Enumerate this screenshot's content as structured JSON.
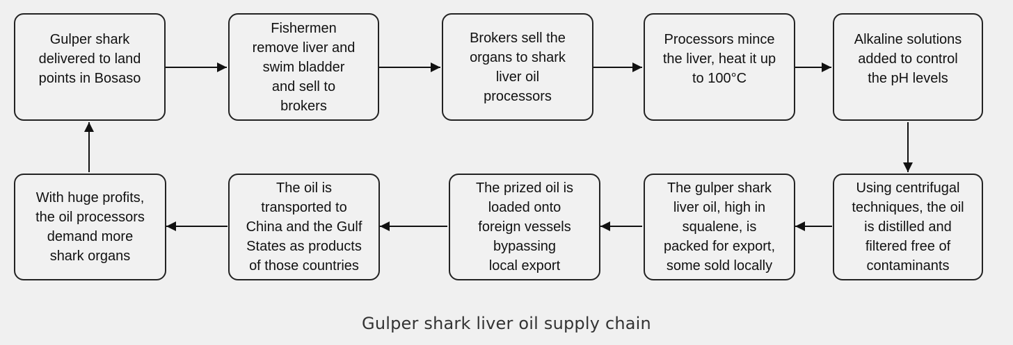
{
  "diagram": {
    "steps": [
      "Gulper shark\ndelivered to land\npoints in Bosaso",
      "Fishermen\nremove liver and\nswim bladder\nand sell to\nbrokers",
      "Brokers sell the\norgans to shark\nliver oil\nprocessors",
      "Processors mince\nthe liver, heat it up\nto 100°C",
      "Alkaline solutions\nadded to control\nthe pH levels",
      "Using centrifugal\ntechniques, the oil\nis distilled and\nfiltered free of\ncontaminants",
      "The gulper shark\nliver oil, high in\nsqualene, is\npacked for export,\nsome sold locally",
      "The prized oil is\nloaded onto\nforeign vessels\nbypassing\nlocal export",
      "The oil is\ntransported to\nChina and the Gulf\nStates as products\nof those countries",
      "With huge profits,\nthe oil processors\ndemand more\nshark organs"
    ],
    "caption": "Gulper shark liver oil supply chain",
    "colors": {
      "line": "#111111",
      "box_fill": "#f1f1f1",
      "background": "#f0f0f0"
    }
  }
}
